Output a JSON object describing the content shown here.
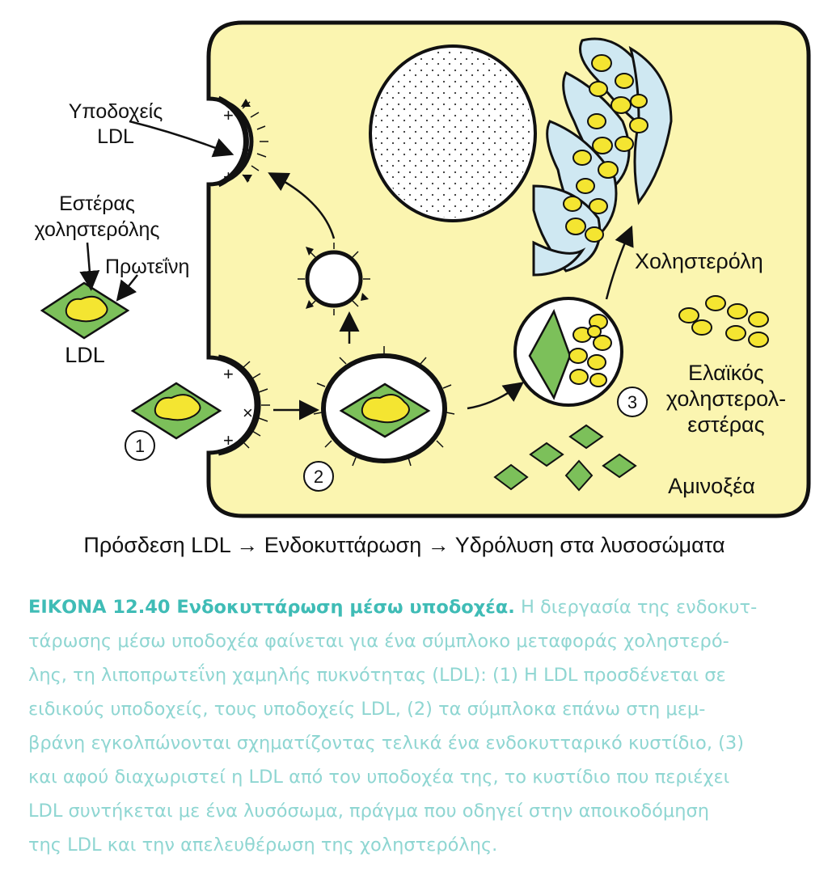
{
  "labels": {
    "ldl_receptors_1": "Υποδοχείς",
    "ldl_receptors_2": "LDL",
    "cholesterol_ester_1": "Εστέρας",
    "cholesterol_ester_2": "χοληστερόλης",
    "protein": "Πρωτεΐνη",
    "ldl": "LDL",
    "cholesterol": "Χοληστερόλη",
    "oleic_1": "Ελαϊκός",
    "oleic_2": "χοληστερολ-",
    "oleic_3": "εστέρας",
    "amino_acids": "Αμινοξέα"
  },
  "steps": {
    "one": "1",
    "two": "2",
    "three": "3"
  },
  "process_line": "Πρόσδεση LDL → Ενδοκυττάρωση → Υδρόλυση στα λυσοσώματα",
  "caption": {
    "head": "ΕΙΚΟΝΑ 12.40 Ενδοκυττάρωση μέσω υποδοχέα.",
    "line1_rest": " Η διεργασία της ενδοκυτ-",
    "line2": "τάρωσης μέσω υποδοχέα φαίνεται για ένα σύμπλοκο μεταφοράς χοληστερό-",
    "line3": "λης, τη λιποπρωτεΐνη χαμηλής πυκνότητας (LDL): (1) Η LDL προσδένεται σε",
    "line4": "ειδικούς υποδοχείς, τους υποδοχείς LDL, (2) τα σύμπλοκα επάνω στη μεμ-",
    "line5": "βράνη εγκολπώνονται σχηματίζοντας τελικά ένα ενδοκυτταρικό κυστίδιο, (3)",
    "line6": "και αφού διαχωριστεί η LDL από τον υποδοχέα της, το κυστίδιο που περιέχει",
    "line7": "LDL συντήκεται με ένα λυσόσωμα, πράγμα που οδηγεί στην αποικοδόμηση",
    "line8": "της LDL και την απελευθέρωση της χοληστερόλης."
  },
  "colors": {
    "cell": "#fbf5b0",
    "ldl_green": "#7cc05a",
    "cholesterol_yellow": "#f4e531",
    "er_blue": "#cfe8f2",
    "caption_head": "#3fbcb6",
    "caption_text": "#8fd6d2"
  }
}
